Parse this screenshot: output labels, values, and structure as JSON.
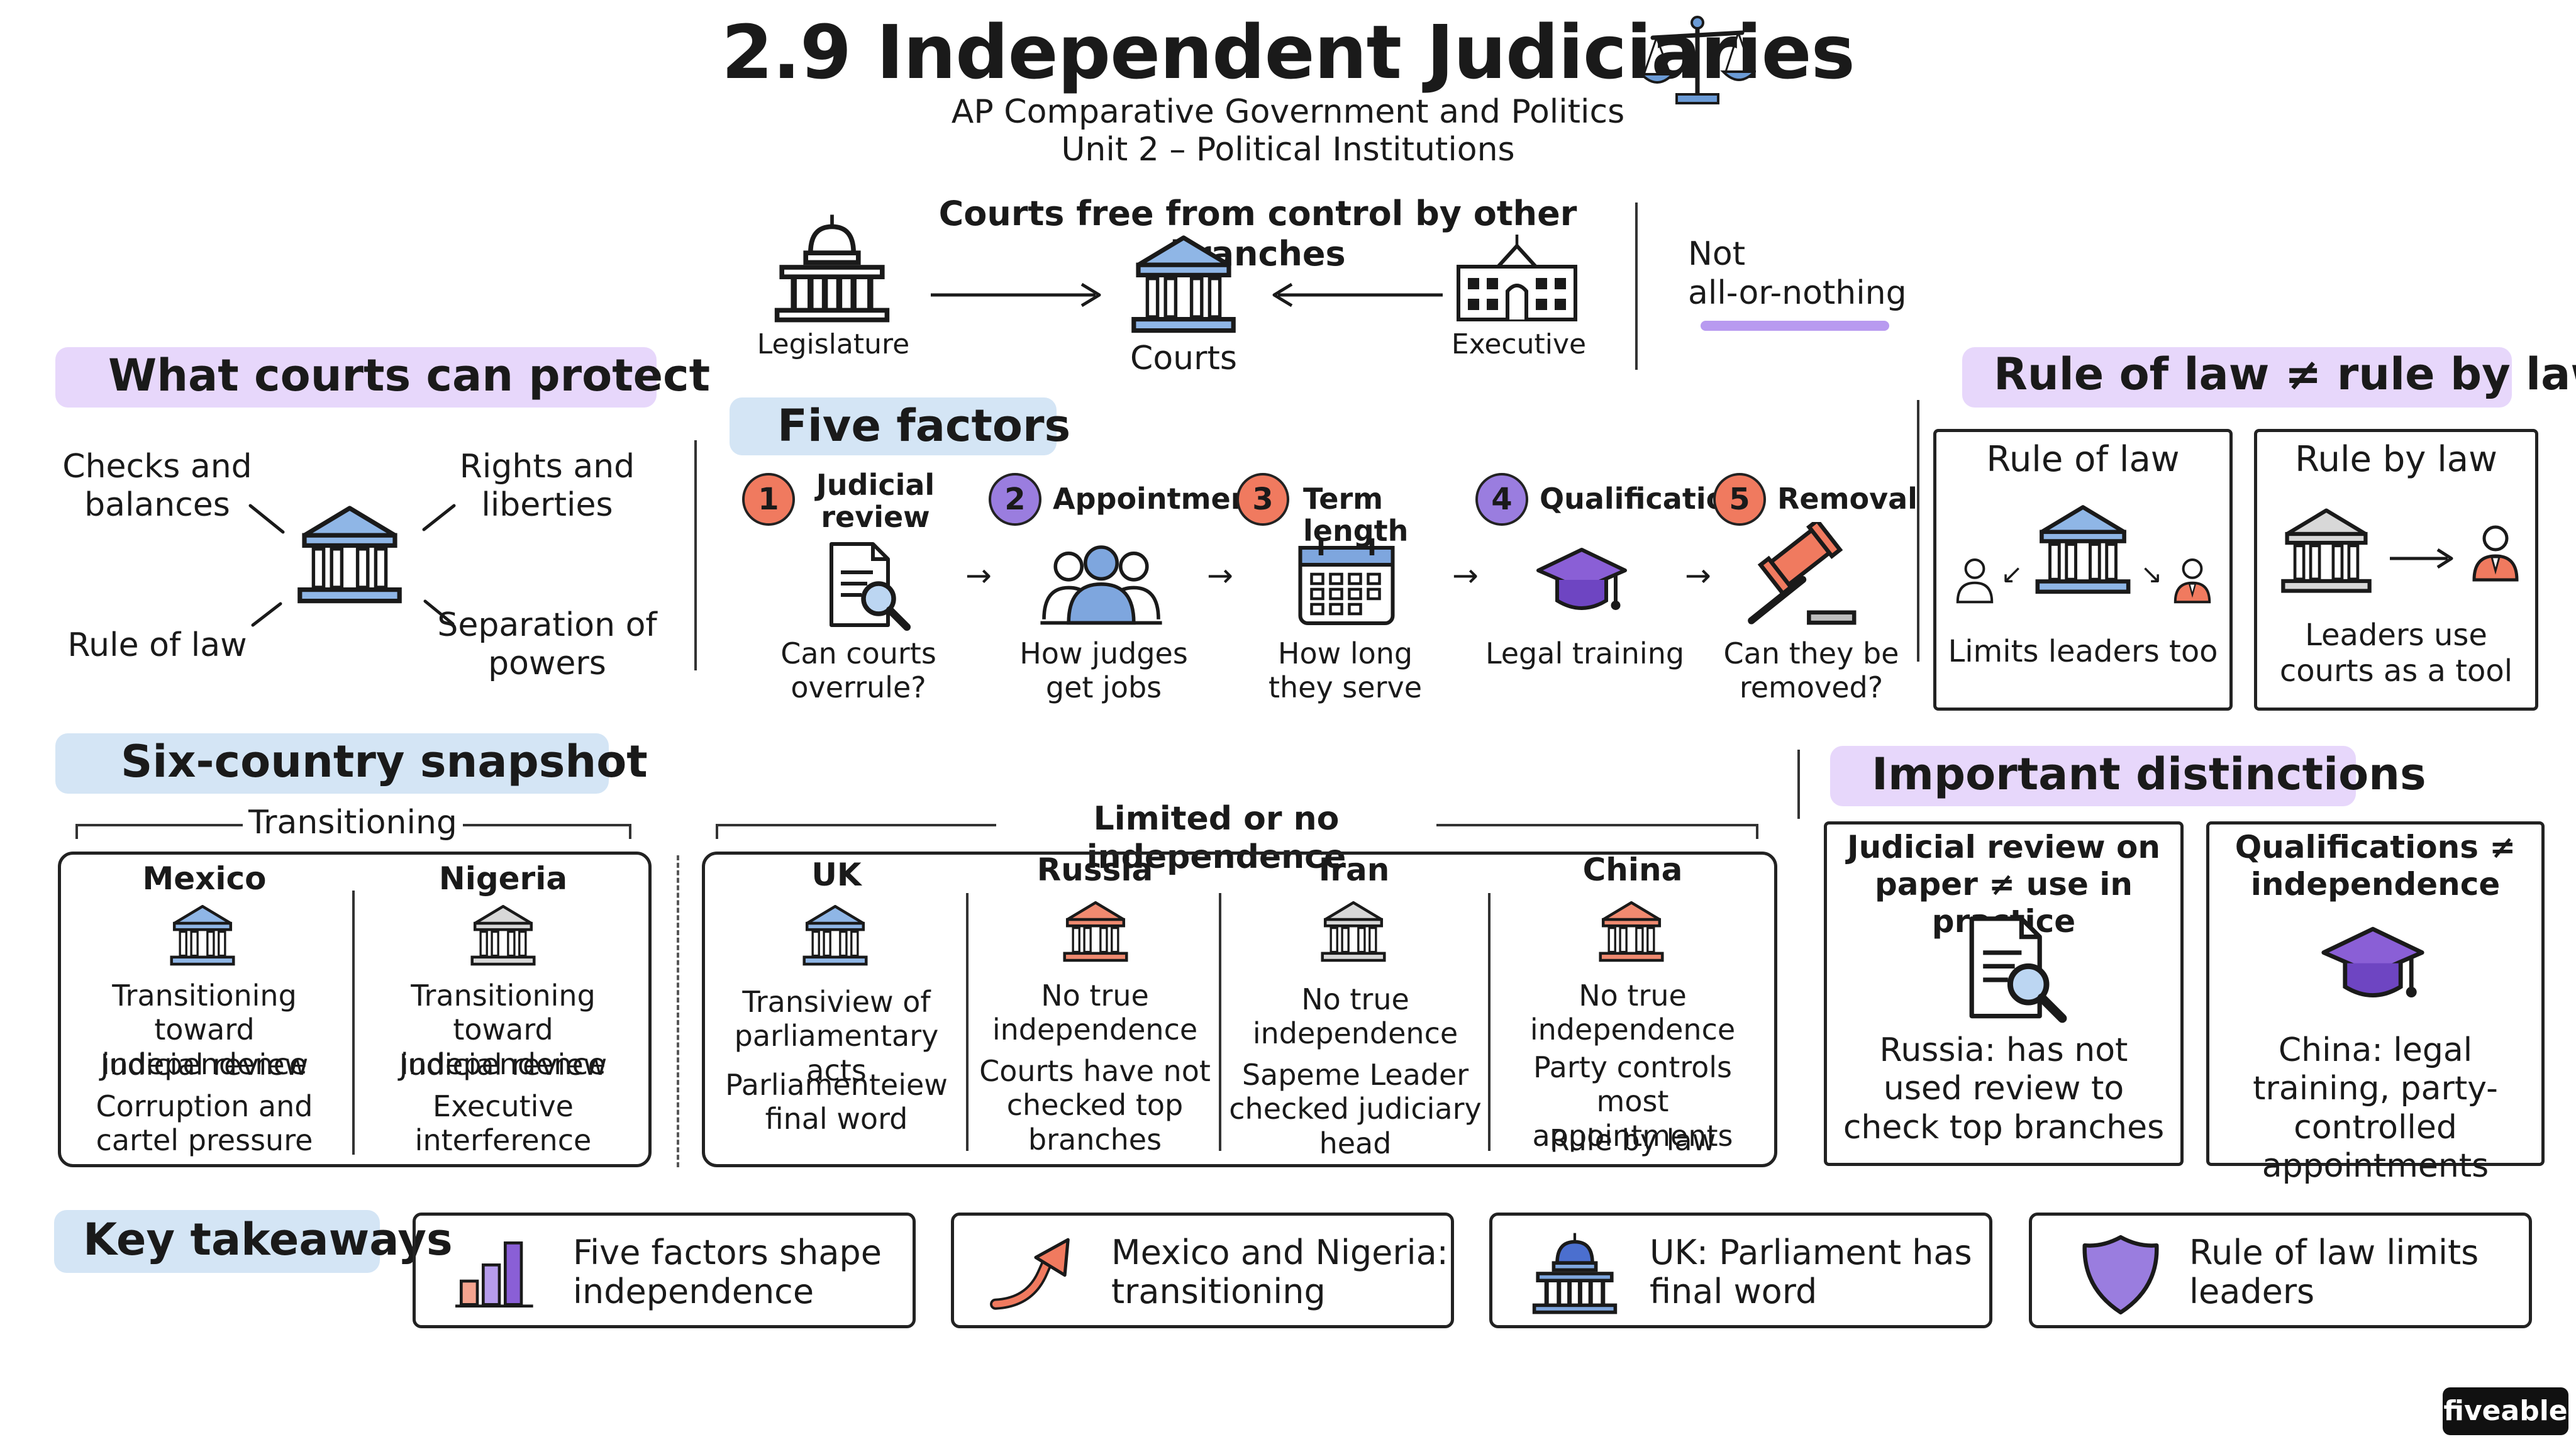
{
  "header": {
    "title": "2.9 Independent Judiciaries",
    "subtitle_line1": "AP Comparative Government and Politics",
    "subtitle_line2": "Unit 2 – Political Institutions"
  },
  "top_diagram": {
    "caption": "Courts free from control by other branches",
    "legislature": "Legislature",
    "courts": "Courts",
    "executive": "Executive",
    "note_line1": "Not",
    "note_line2": "all-or-nothing"
  },
  "protect": {
    "heading": "What courts can protect",
    "items": [
      "Checks and balances",
      "Rights and liberties",
      "Rule of law",
      "Separation of powers"
    ]
  },
  "factors": {
    "heading": "Five factors",
    "items": [
      {
        "num": "1",
        "label": "Judicial review",
        "desc": "Can courts overrule?"
      },
      {
        "num": "2",
        "label": "Appointments",
        "desc": "How judges get jobs"
      },
      {
        "num": "3",
        "label": "Term length",
        "desc": "How long they serve"
      },
      {
        "num": "4",
        "label": "Qualifications",
        "desc": "Legal training"
      },
      {
        "num": "5",
        "label": "Removal",
        "desc": "Can they be removed?"
      }
    ]
  },
  "rule": {
    "heading": "Rule of law ≠ rule by law",
    "left_title": "Rule of law",
    "left_desc": "Limits leaders too",
    "right_title": "Rule by law",
    "right_desc": "Leaders use courts as a tool"
  },
  "snapshot": {
    "heading": "Six-country snapshot",
    "group1_label": "Transitioning",
    "group2_label": "Limited or no independence",
    "countries": [
      {
        "name": "Mexico",
        "lines": [
          "Transitioning toward independence",
          "Judicial review",
          "Corruption and cartel pressure"
        ]
      },
      {
        "name": "Nigeria",
        "lines": [
          "Transitioning toward independence",
          "Judicial review",
          "Executive interference"
        ]
      },
      {
        "name": "UK",
        "lines": [
          "Transiview of parliamentary acts",
          "Parliamenteiew final word"
        ]
      },
      {
        "name": "Russia",
        "lines": [
          "No true independence",
          "Courts have not checked top branches"
        ]
      },
      {
        "name": "Iran",
        "lines": [
          "No true independence",
          "Sapeme Leader checked judiciary head"
        ]
      },
      {
        "name": "China",
        "lines": [
          "No true independence",
          "Party controls most appointments",
          "Rule by law"
        ]
      }
    ]
  },
  "distinctions": {
    "heading": "Important distinctions",
    "left_title": "Judicial review on paper ≠ use in practice",
    "left_desc": "Russia: has not used review to check top branches",
    "right_title": "Qualifications ≠ independence",
    "right_desc": "China: legal training, party-controlled appointments"
  },
  "takeaways": {
    "heading": "Key takeaways",
    "items": [
      {
        "text": "Five factors shape independence",
        "icon": "bar-chart-icon"
      },
      {
        "text": "Mexico and Nigeria: transitioning",
        "icon": "trend-up-arrow-icon"
      },
      {
        "text": "UK: Parliament has final word",
        "icon": "parliament-building-icon"
      },
      {
        "text": "Rule of law limits leaders",
        "icon": "shield-icon"
      }
    ]
  },
  "brand": "fiveable",
  "colors": {
    "purple_highlight": "#e7d7fb",
    "blue_highlight": "#d4e5f5",
    "accent_blue": "#6b9bd6",
    "accent_red": "#f07a5f",
    "accent_purple": "#9a7ddf"
  }
}
